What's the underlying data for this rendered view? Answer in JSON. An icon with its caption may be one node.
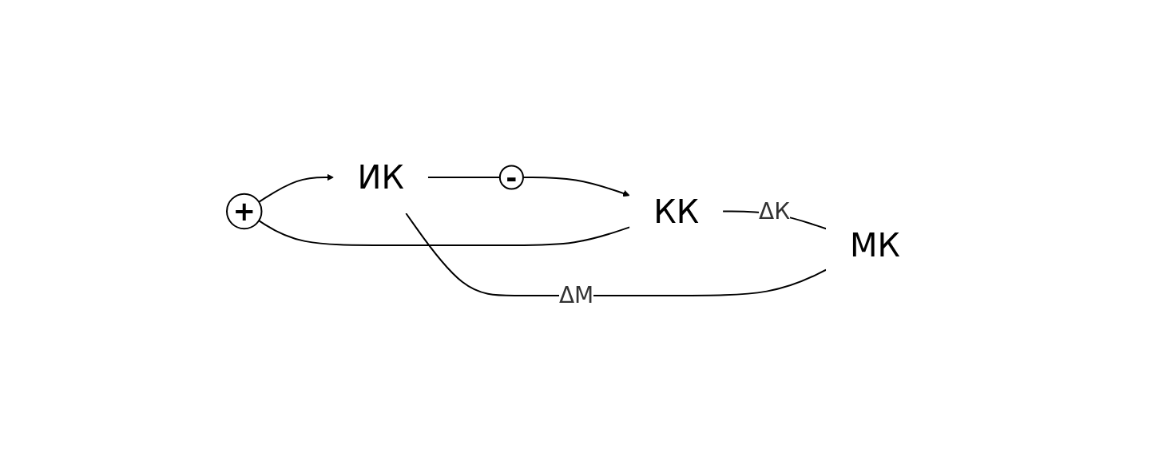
{
  "diagram": {
    "nodes": [
      {
        "text": [
          "+"
        ]
      },
      {
        "text": [
          "КК"
        ]
      },
      {
        "text": [
          "МК"
        ]
      },
      {
        "text": [
          "ИК"
        ]
      },
      {
        "text": [
          "-"
        ]
      }
    ],
    "edges": [
      {
        "from": 1,
        "to": 0,
        "arrow": "none"
      },
      {
        "from": 0,
        "to": 3,
        "arrow": "to"
      },
      {
        "from": 1,
        "to": 2,
        "arrow": "none",
        "label": "ΔК"
      },
      {
        "from": 2,
        "to": 3,
        "arrow": "none",
        "label": "ΔМ"
      },
      {
        "from": 3,
        "to": 4,
        "arrow": "none"
      },
      {
        "from": 4,
        "to": 1,
        "arrow": "to"
      }
    ]
  }
}
